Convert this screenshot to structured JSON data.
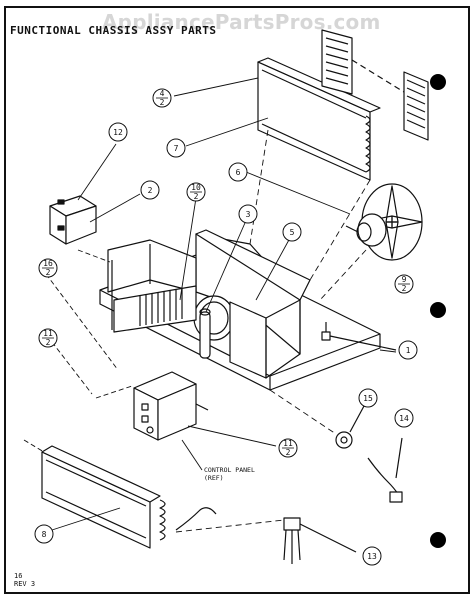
{
  "watermark": "AppliancePartsPros.com",
  "title": "FUNCTIONAL CHASSIS ASSY PARTS",
  "control_panel_note": {
    "line1": "CONTROL PANEL",
    "line2": "(REF)"
  },
  "footer": {
    "page": "16",
    "rev": "REV 3"
  },
  "callouts": {
    "c1": "1",
    "c2": "2",
    "c3": "3",
    "c4_top": "4",
    "c4_bottom": "2",
    "c5": "5",
    "c6": "6",
    "c7": "7",
    "c8": "8",
    "c9_top": "9",
    "c9_bottom": "2",
    "c10_top": "10",
    "c10_bottom": "2",
    "c11a_top": "11",
    "c11a_bottom": "2",
    "c11b_top": "11",
    "c11b_bottom": "2",
    "c12": "12",
    "c13": "13",
    "c14": "14",
    "c15": "15",
    "c16_top": "16",
    "c16_bottom": "2"
  }
}
